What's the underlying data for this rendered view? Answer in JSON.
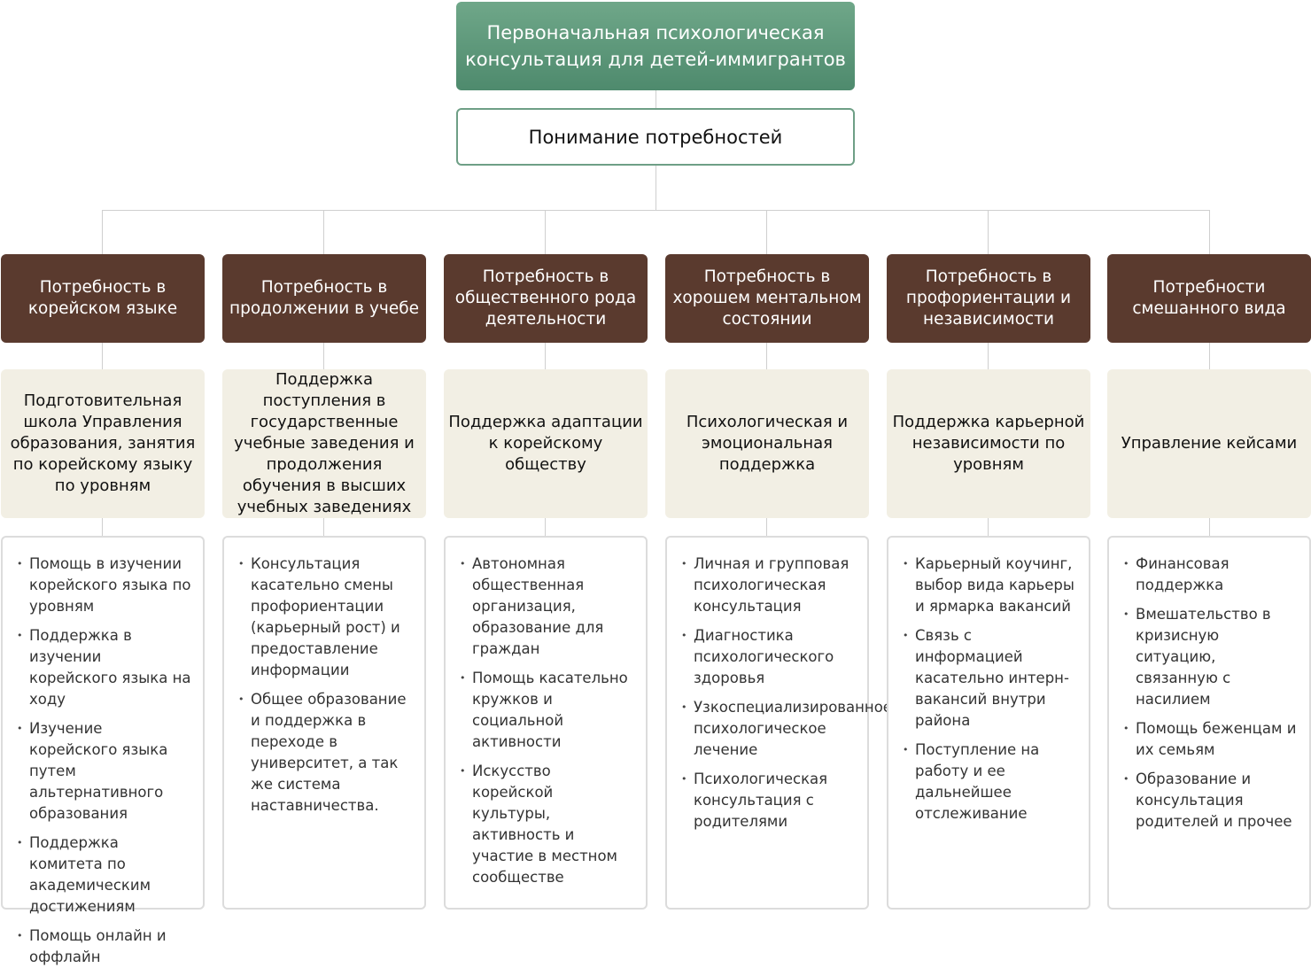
{
  "title": "Первоначальная психологическая консультация для детей-иммигрантов",
  "subtitle": "Понимание потребностей",
  "columns": [
    {
      "need": "Потребность в корейском языке",
      "service": "Подготовительная школа Управления образования, занятия по корейскому языку по уровням",
      "items": [
        "Помощь в изучении корейского языка по уровням",
        "Поддержка в изучении корейского языка на ходу",
        "Изучение корейского языка путем альтернативного образования",
        "Поддержка комитета по академическим достижениям",
        "Помощь онлайн и оффлайн"
      ]
    },
    {
      "need": "Потребность в продолжении в учебе",
      "service": "Поддержка поступления в государственные учебные заведения и продолжения обучения в высших учебных заведениях",
      "items": [
        "Консультация касательно смены профориентации (карьерный рост) и предоставление информации",
        "Общее образование и поддержка в переходе в университет, а так же система наставничества."
      ]
    },
    {
      "need": "Потребность в общественного рода деятельности",
      "service": "Поддержка адаптации к корейскому обществу",
      "items": [
        "Автономная общественная организация, образование для граждан",
        "Помощь касательно кружков и социальной активности",
        "Искусство корейской культуры, активность и участие в местном сообществе"
      ]
    },
    {
      "need": "Потребность в хорошем ментальном состоянии",
      "service": "Психологическая и эмоциональная поддержка",
      "items": [
        "Личная и групповая психологическая консультация",
        "Диагностика психологического здоровья",
        "Узкоспециализированное психологическое лечение",
        "Психологическая консультация с родителями"
      ]
    },
    {
      "need": "Потребность в профориентации и независимости",
      "service": "Поддержка карьерной независимости по уровням",
      "items": [
        "Карьерный коучинг, выбор вида карьеры и ярмарка вакансий",
        "Связь с информацией касательно интерн-вакансий внутри района",
        "Поступление на работу и ее дальнейшее отслеживание"
      ]
    },
    {
      "need": "Потребности смешанного вида",
      "service": "Управление кейсами",
      "items": [
        "Финансовая поддержка",
        "Вмешательство в кризисную ситуацию, связанную с насилием",
        "Помощь беженцам и их семьям",
        "Образование и консультация родителей и прочее"
      ]
    }
  ]
}
